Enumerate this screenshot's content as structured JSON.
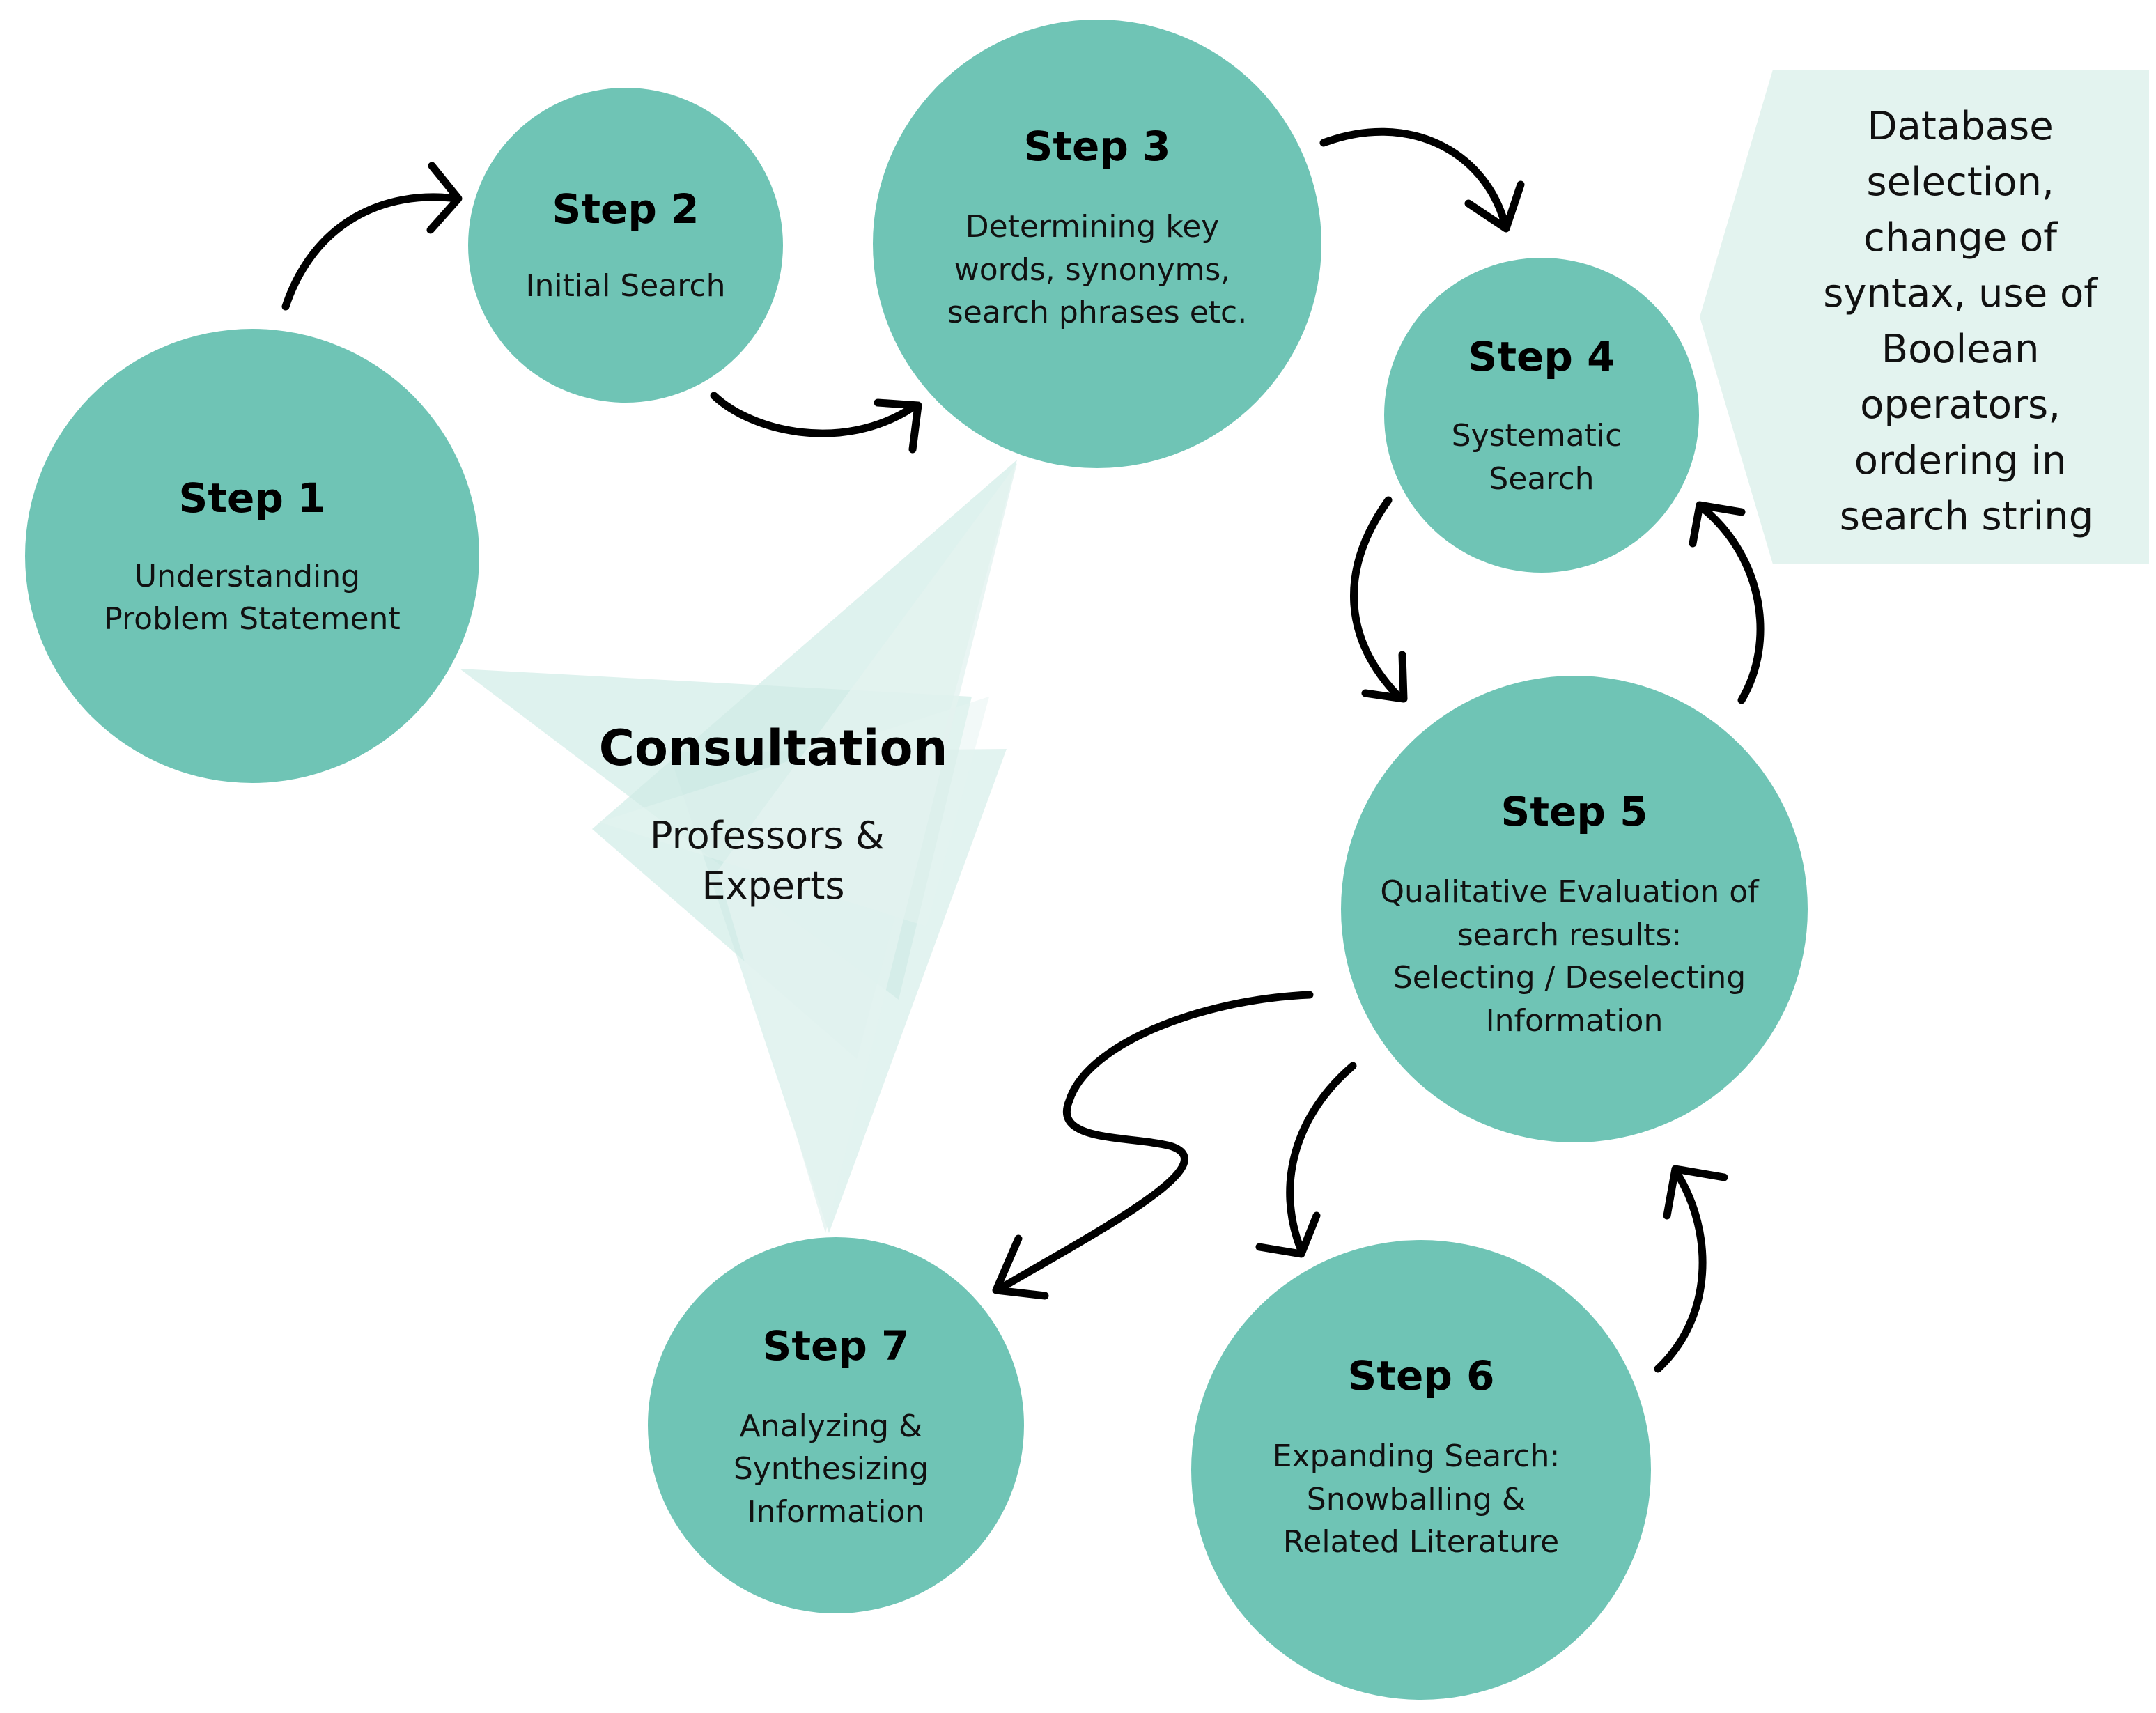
{
  "colors": {
    "circle": "#6fc4b5",
    "consultation": "#a9dbd2",
    "note_box": "#e3f3ef",
    "arrow": "#000000"
  },
  "steps": [
    {
      "title": "Step 1",
      "lines": [
        "Understanding",
        "Problem Statement"
      ]
    },
    {
      "title": "Step 2",
      "lines": [
        "Initial Search"
      ]
    },
    {
      "title": "Step 3",
      "lines": [
        "Determining key",
        "words, synonyms,",
        "search phrases etc."
      ]
    },
    {
      "title": "Step 4",
      "lines": [
        "Systematic",
        "Search"
      ]
    },
    {
      "title": "Step 5",
      "lines": [
        "Qualitative Evaluation of",
        "search results:",
        "Selecting / Deselecting",
        "Information"
      ]
    },
    {
      "title": "Step 6",
      "lines": [
        "Expanding Search:",
        "Snowballing &",
        "Related Literature"
      ]
    },
    {
      "title": "Step 7",
      "lines": [
        "Analyzing &",
        "Synthesizing",
        "Information"
      ]
    }
  ],
  "consultation": {
    "title": "Consultation",
    "lines": [
      "Professors &",
      "Experts"
    ]
  },
  "note": {
    "lines": [
      "Database",
      "selection,",
      "change of",
      "syntax, use of",
      "Boolean",
      "operators,",
      "ordering in",
      "search string"
    ]
  }
}
